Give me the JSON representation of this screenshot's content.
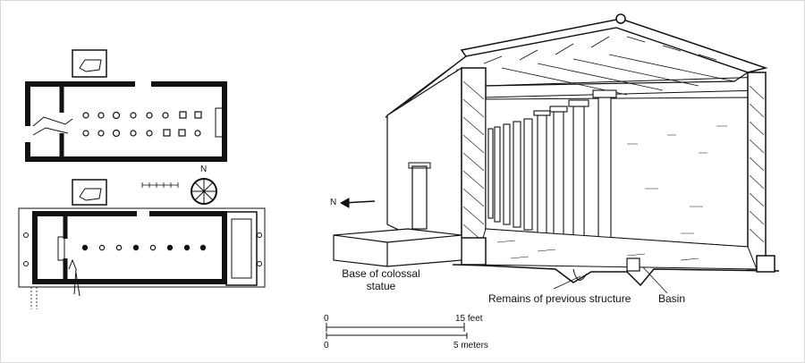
{
  "compass": {
    "north": "N"
  },
  "section": {
    "north_arrow": "N",
    "labels": {
      "statue_base": "Base of colossal statue",
      "previous_structure": "Remains of previous structure",
      "basin": "Basin"
    }
  },
  "scale_bar": {
    "feet_start": "0",
    "feet_end": "15 feet",
    "meters_start": "0",
    "meters_end": "5 meters"
  },
  "colors": {
    "ink": "#111111",
    "frame": "#d8d8d8"
  }
}
